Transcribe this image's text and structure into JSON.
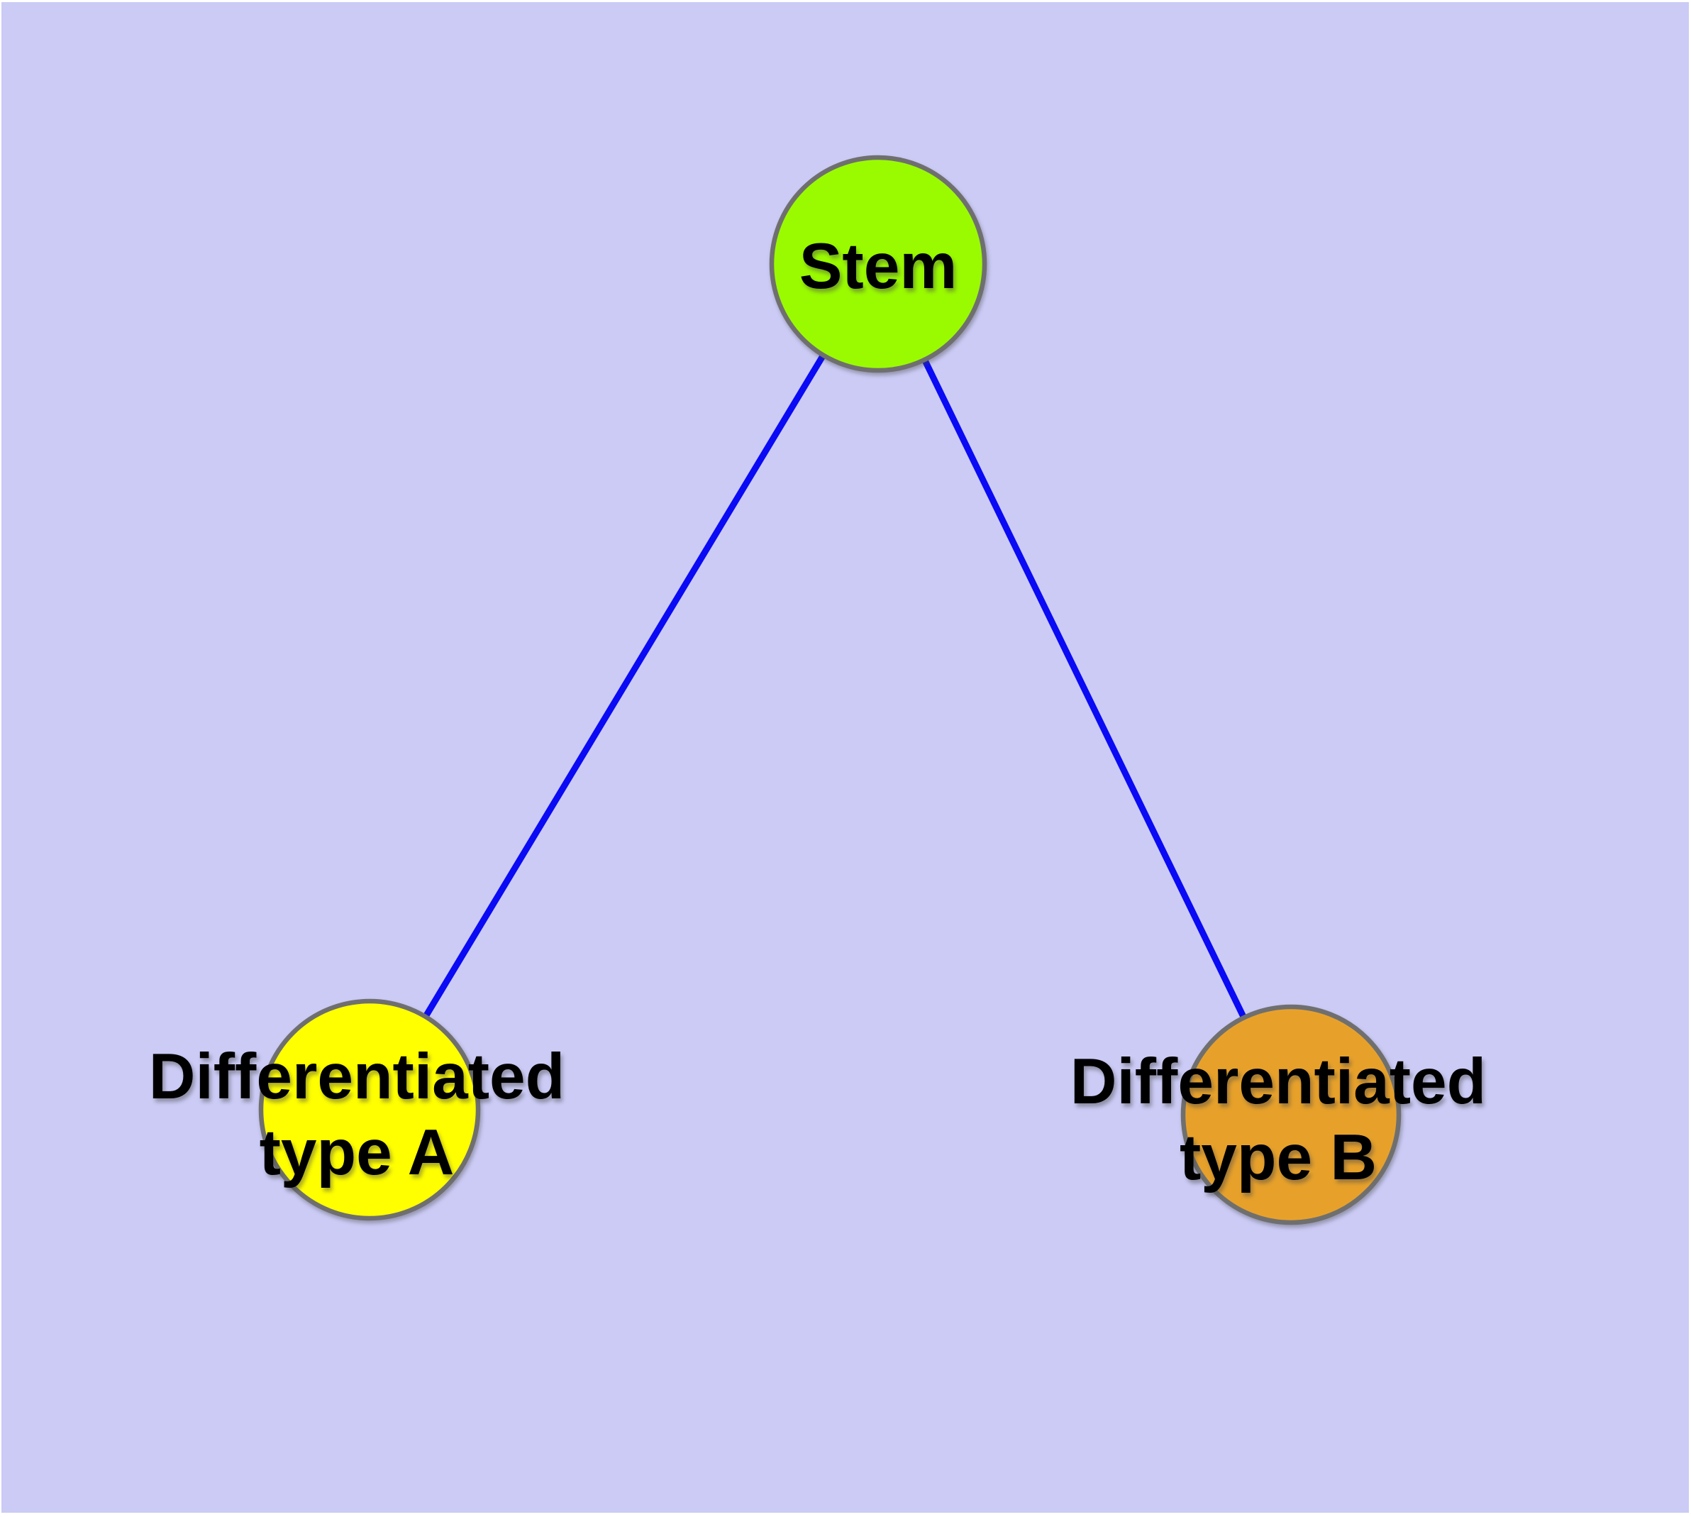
{
  "diagram": {
    "type": "graph",
    "description": "Stem cell differentiation tree with one parent node and two differentiated child nodes",
    "colors": {
      "page_margin": "#FFFFFF",
      "background": "#CBCBF6",
      "edge": "#0A0AF5",
      "node_border": "#6F6F6F",
      "label_text": "#000000"
    },
    "nodes": [
      {
        "id": "stem",
        "label": "Stem",
        "label_lines": [
          "Stem"
        ],
        "fill": "#9AFB00"
      },
      {
        "id": "type-a",
        "label": "Differentiated type A",
        "label_lines": [
          "Differentiated",
          "type A"
        ],
        "fill": "#FFFF00"
      },
      {
        "id": "type-b",
        "label": "Differentiated type B",
        "label_lines": [
          "Differentiated",
          "type B"
        ],
        "fill": "#E7A12B"
      }
    ],
    "edges": [
      {
        "from": "stem",
        "to": "type-a"
      },
      {
        "from": "stem",
        "to": "type-b"
      }
    ]
  }
}
